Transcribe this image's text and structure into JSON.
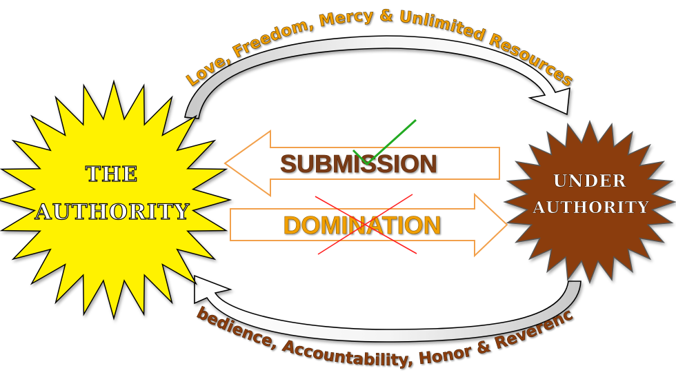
{
  "left_star": {
    "line1": "THE",
    "line2": "AUTHORITY",
    "fill": "#FFF200",
    "stroke": "#000000"
  },
  "right_star": {
    "line1": "UNDER",
    "line2": "AUTHORITY",
    "fill": "#8B3E0C",
    "stroke": "#555555"
  },
  "top_curve": {
    "label": "Love, Freedom, Mercy & Unlimited Resources",
    "color": "#F2A000"
  },
  "bottom_curve": {
    "label": "Obedience, Accountability, Honor & Reverence",
    "color": "#8B3E0C"
  },
  "submission_arrow": {
    "label": "SUBMISSION",
    "text_color": "#7A3A12",
    "outline_color": "#F2A04B",
    "mark": "check",
    "mark_color": "#22AA22"
  },
  "domination_arrow": {
    "label": "DOMINATION",
    "text_color": "#F2A000",
    "outline_color": "#F2A04B",
    "mark": "cross",
    "mark_color": "#FF2020"
  }
}
